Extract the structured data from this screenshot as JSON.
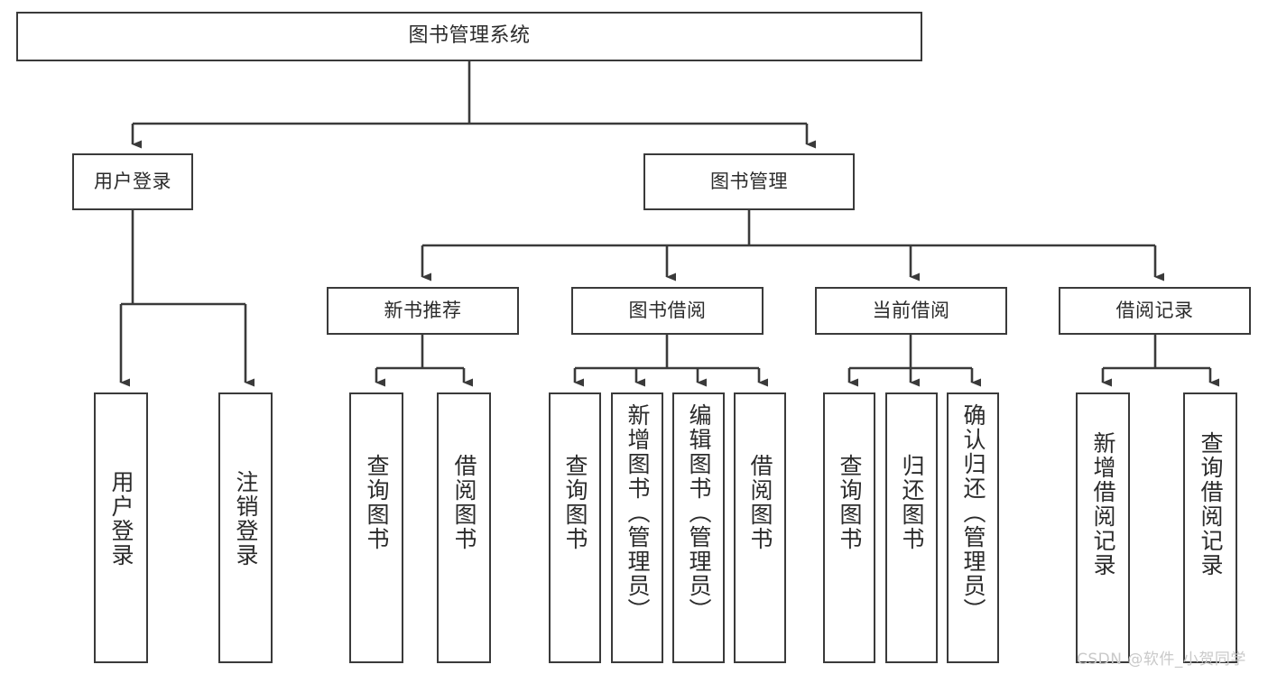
{
  "diagram": {
    "title": "图书管理系统",
    "watermark": "CSDN @软件_小贺同学",
    "level2": [
      {
        "label": "用户登录"
      },
      {
        "label": "图书管理"
      }
    ],
    "level3": [
      {
        "label": "新书推荐"
      },
      {
        "label": "图书借阅"
      },
      {
        "label": "当前借阅"
      },
      {
        "label": "借阅记录"
      }
    ],
    "leaves": {
      "user_login": [
        {
          "label": "用户登录"
        },
        {
          "label": "注销登录"
        }
      ],
      "new_book": [
        {
          "label": "查询图书"
        },
        {
          "label": "借阅图书"
        }
      ],
      "borrow_book": [
        {
          "label": "查询图书"
        },
        {
          "label": "新增图书（管理员）"
        },
        {
          "label": "编辑图书（管理员）"
        },
        {
          "label": "借阅图书"
        }
      ],
      "current_borrow": [
        {
          "label": "查询图书"
        },
        {
          "label": "归还图书"
        },
        {
          "label": "确认归还（管理员）"
        }
      ],
      "borrow_record": [
        {
          "label": "新增借阅记录"
        },
        {
          "label": "查询借阅记录"
        }
      ]
    },
    "colors": {
      "stroke": "#3a3a3a",
      "text": "#2b2b2b",
      "background": "#ffffff",
      "watermark": "#c9c9c9"
    }
  }
}
